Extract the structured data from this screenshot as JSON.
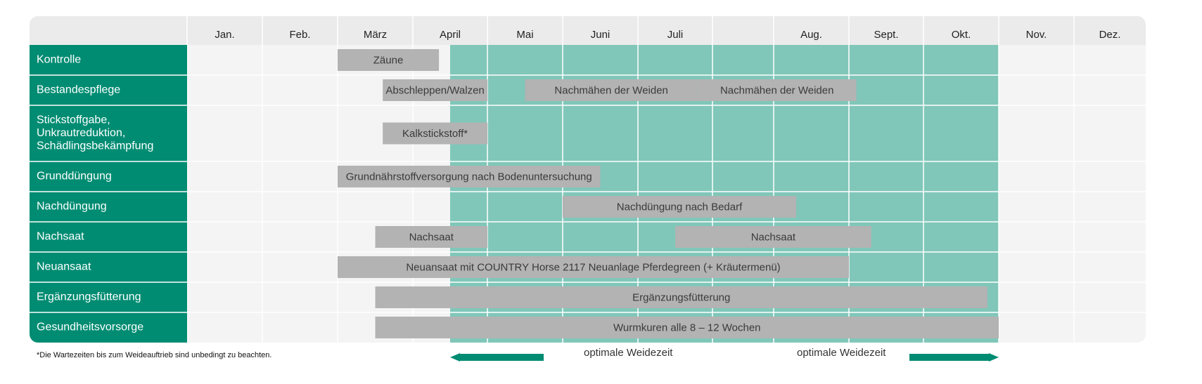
{
  "chart_data": {
    "type": "gantt",
    "months": [
      "Jan.",
      "Feb.",
      "März",
      "April",
      "Mai",
      "Juni",
      "Juli",
      "",
      "Aug.",
      "Sept.",
      "Okt.",
      "Nov.",
      "Dez."
    ],
    "rows": [
      {
        "label": "Kontrolle",
        "tasks": [
          {
            "label": "Zäune",
            "start": 2.0,
            "end": 3.35
          }
        ]
      },
      {
        "label": "Bestandespflege",
        "tasks": [
          {
            "label": "Abschleppen/Walzen",
            "start": 2.6,
            "end": 4.0
          },
          {
            "label": "Nachmähen der Weiden",
            "start": 4.5,
            "end": 6.8
          },
          {
            "label": "Nachmähen der Weiden",
            "start": 6.8,
            "end": 9.1
          }
        ]
      },
      {
        "label": "Stickstoffgabe,\nUnkrautreduktion,\nSchädlingsbekämpfung",
        "tasks": [
          {
            "label": "Kalkstickstoff*",
            "start": 2.6,
            "end": 4.0
          }
        ]
      },
      {
        "label": "Grunddüngung",
        "tasks": [
          {
            "label": "Grundnährstoffversorgung nach Bodenuntersuchung",
            "start": 2.0,
            "end": 5.5
          }
        ]
      },
      {
        "label": "Nachdüngung",
        "tasks": [
          {
            "label": "Nachdüngung nach Bedarf",
            "start": 5.0,
            "end": 8.3
          }
        ]
      },
      {
        "label": "Nachsaat",
        "tasks": [
          {
            "label": "Nachsaat",
            "start": 2.5,
            "end": 4.0
          },
          {
            "label": "Nachsaat",
            "start": 6.5,
            "end": 9.3
          }
        ]
      },
      {
        "label": "Neuansaat",
        "tasks": [
          {
            "label": "Neuansaat mit COUNTRY Horse 2117 Neuanlage Pferdegreen (+ Kräutermenü)",
            "start": 2.0,
            "end": 9.0
          }
        ]
      },
      {
        "label": "Ergänzungsfütterung",
        "tasks": [
          {
            "label": "Ergänzungsfütterung",
            "start": 2.5,
            "end": 10.85
          }
        ]
      },
      {
        "label": "Gesundheitsvorsorge",
        "tasks": [
          {
            "label": "Wurmkuren alle 8 – 12 Wochen",
            "start": 2.5,
            "end": 11.0
          }
        ]
      }
    ],
    "grazing_period": {
      "start": 3.5,
      "end": 11.0
    },
    "legend": {
      "left": "optimale Weidezeit",
      "right": "optimale Weidezeit"
    },
    "footnote": "*Die Wartezeiten bis zum Weideauftrieb sind unbedingt zu beachten."
  },
  "colors": {
    "header_bg": "#ebebeb",
    "row_label_bg": "#008c72",
    "row_label_text": "#ffffff",
    "cell_bg": "#f4f4f4",
    "grazing_bg": "#80c7b9",
    "task_bar": "#b3b3b3",
    "task_text": "#3a3a3a",
    "month_text": "#222222",
    "legend_arrow": "#008c72",
    "grid": "#ffffff"
  }
}
